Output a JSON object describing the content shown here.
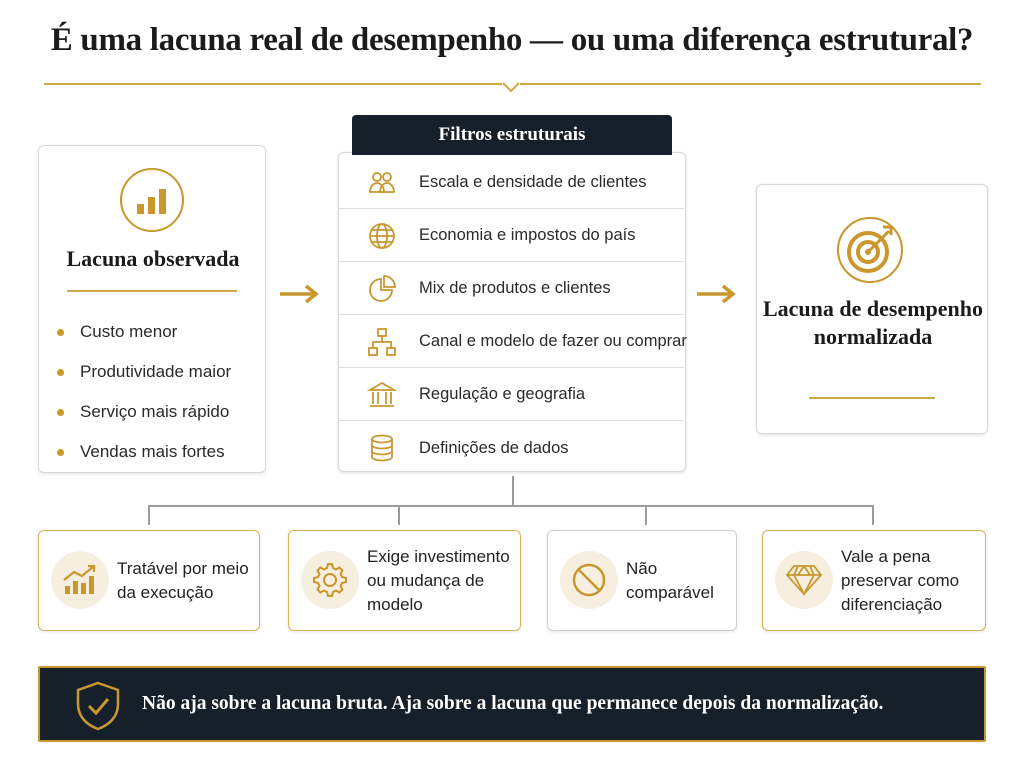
{
  "title": "É uma lacuna real de desempenho — ou uma diferença estrutural?",
  "colors": {
    "gold": "#c9972e",
    "navy": "#16202b",
    "text": "#1f1f1f"
  },
  "observed": {
    "icon": "bar-chart-icon",
    "heading": "Lacuna observada",
    "items": [
      "Custo menor",
      "Produtividade maior",
      "Serviço mais rápido",
      "Vendas mais fortes"
    ]
  },
  "filters": {
    "heading": "Filtros estruturais",
    "items": [
      {
        "label": "Escala e densidade de clientes",
        "icon": "users-icon"
      },
      {
        "label": "Economia e impostos do país",
        "icon": "globe-icon"
      },
      {
        "label": "Mix de produtos e clientes",
        "icon": "pie-chart-icon"
      },
      {
        "label": "Canal e modelo de fazer ou comprar",
        "icon": "org-chart-icon"
      },
      {
        "label": "Regulação e geografia",
        "icon": "bank-icon"
      },
      {
        "label": "Definições de dados",
        "icon": "database-icon"
      }
    ]
  },
  "normalized": {
    "icon": "target-icon",
    "heading": "Lacuna de desempenho normalizada"
  },
  "outcomes": [
    {
      "label": "Tratável por meio da execução",
      "icon": "trend-up-icon"
    },
    {
      "label": "Exige investimento ou mudança de modelo",
      "icon": "gear-icon"
    },
    {
      "label": "Não comparável",
      "icon": "prohibited-icon"
    },
    {
      "label": "Vale a pena preservar como diferenciação",
      "icon": "diamond-icon"
    }
  ],
  "banner": {
    "text": "Não aja sobre a lacuna bruta. Aja sobre a lacuna que permanece depois da normalização.",
    "icon": "shield-check-icon"
  }
}
